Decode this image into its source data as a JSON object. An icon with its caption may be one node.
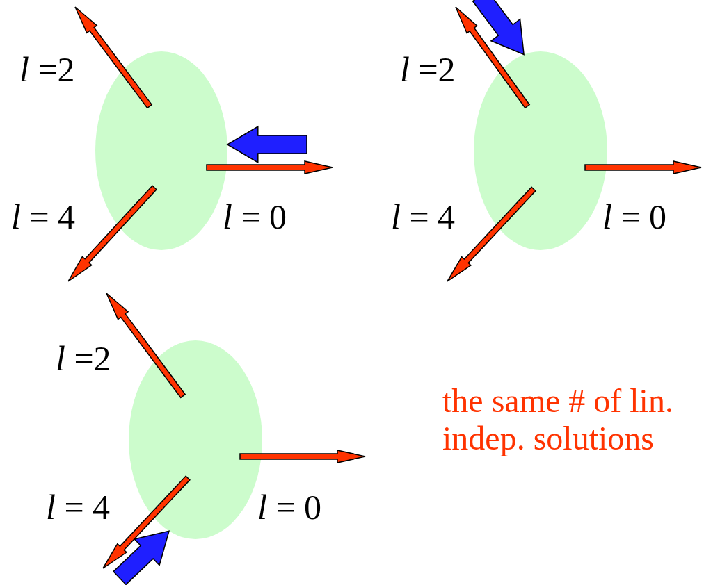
{
  "diagram": {
    "nodes": [
      {
        "text": [],
        "shape": "circle"
      },
      {
        "text": [],
        "shape": "circle"
      },
      {
        "text": [],
        "shape": "circle"
      }
    ],
    "edges": [
      {
        "from": 0,
        "to": null,
        "arrow": "to"
      },
      {
        "from": 0,
        "to": null,
        "arrow": "to"
      },
      {
        "from": 0,
        "to": null,
        "arrow": "to"
      },
      {
        "from": null,
        "to": 0,
        "arrow": "to",
        "style": "thick",
        "color": "#1f1fff"
      },
      {
        "from": 1,
        "to": null,
        "arrow": "to"
      },
      {
        "from": 1,
        "to": null,
        "arrow": "to"
      },
      {
        "from": 1,
        "to": null,
        "arrow": "to"
      },
      {
        "from": null,
        "to": 1,
        "arrow": "to",
        "style": "thick",
        "color": "#1f1fff"
      },
      {
        "from": 2,
        "to": null,
        "arrow": "to"
      },
      {
        "from": 2,
        "to": null,
        "arrow": "to"
      },
      {
        "from": 2,
        "to": null,
        "arrow": "to"
      },
      {
        "from": null,
        "to": 2,
        "arrow": "to",
        "style": "thick",
        "color": "#1f1fff"
      }
    ],
    "labels": [
      "*l* =2",
      "*l* = 4",
      "*l* = 0",
      "*l* =2",
      "*l* = 4",
      "*l* = 0",
      "*l* =2",
      "*l* = 4",
      "*l* = 0",
      "the same # of lin. indep. solutions"
    ]
  }
}
